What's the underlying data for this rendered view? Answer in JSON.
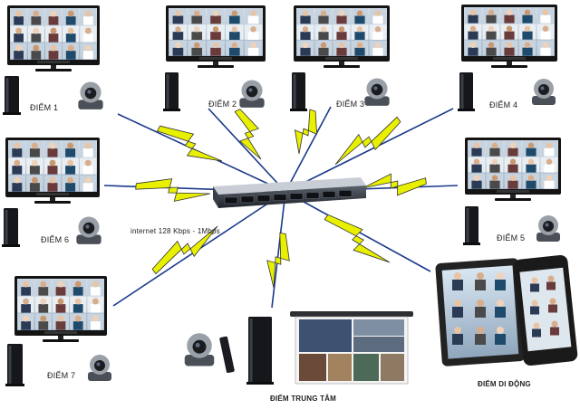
{
  "labels": {
    "site1": "ĐIỂM 1",
    "site2": "ĐIỂM 2",
    "site3": "ĐIỂM 3",
    "site4": "ĐIỂM 4",
    "site5": "ĐIỂM 5",
    "site6": "ĐIỂM 6",
    "site7": "ĐIỂM 7",
    "bandwidth": "internet 128 Kbps - 1Mbps",
    "center": "ĐIỂM TRUNG TÂM",
    "mobile": "ĐIỂM DI ĐỘNG"
  },
  "colors": {
    "link": "#e8f000",
    "link_stroke": "#333333",
    "tv_frame": "#141414",
    "server": "#2b2f36",
    "camera": "#9aa0a8"
  },
  "icons": [
    "tv-monitor-icon",
    "pc-tower-icon",
    "ptz-camera-icon",
    "mcu-server-icon",
    "lightning-link-icon",
    "projector-screen-icon",
    "remote-control-icon",
    "tablet-icon",
    "smartphone-icon"
  ]
}
